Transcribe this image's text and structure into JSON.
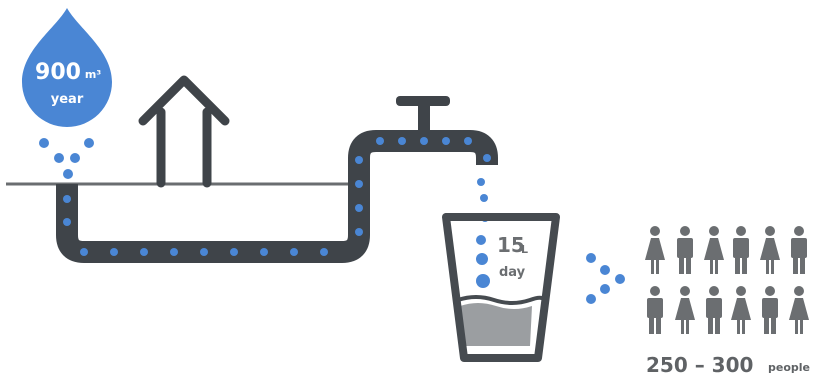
{
  "source": {
    "value": "900",
    "unit": "m³",
    "period": "year",
    "icon": "water-drop-icon"
  },
  "household": {
    "icon": "house-icon"
  },
  "tap": {
    "icon": "faucet-icon"
  },
  "consumption": {
    "value": "15",
    "unit": "L",
    "period": "day",
    "icon": "glass-icon"
  },
  "population": {
    "range": "250 – 300",
    "unit": "people",
    "icon": "people-icon"
  },
  "colors": {
    "water": "#4a86d4",
    "pipe": "#3f4449",
    "ground": "#6a6d70",
    "people": "#6b6e71",
    "glass": "#464b50",
    "fill": "#9b9ea1",
    "text": "#5f6265"
  }
}
